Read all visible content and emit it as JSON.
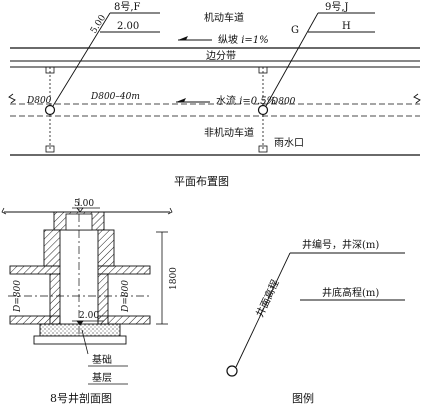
{
  "plan": {
    "well_left_label": "8号,F",
    "well_right_label": "9号,J",
    "left_elev_value": "2.00",
    "left_depth_value": "5.00",
    "right_letter_g": "G",
    "right_letter_h": "H",
    "motor_lane": "机动车道",
    "grade_prefix": "纵坡 ",
    "grade_value": "i=1%",
    "median": "边分带",
    "pipe_left": "D800",
    "pipe_spec": "D800–40m",
    "flow_prefix": "水流 ",
    "flow_value": "i=0.5%",
    "pipe_right": "D800",
    "nonmotor_lane": "非机动车道",
    "inlet": "雨水口",
    "caption": "平面布置图"
  },
  "section": {
    "top_value": "5.00",
    "bottom_value": "2.00",
    "left_pipe": "D=800",
    "right_pipe": "D=800",
    "height_dim": "1800",
    "foundation": "基础",
    "base_layer": "基层",
    "caption": "8号井剖面图"
  },
  "legend": {
    "well_no_depth": "井编号，井深(m)",
    "bottom_elev": "井底高程(m)",
    "rim_elev": "井面高程",
    "caption": "图例"
  }
}
